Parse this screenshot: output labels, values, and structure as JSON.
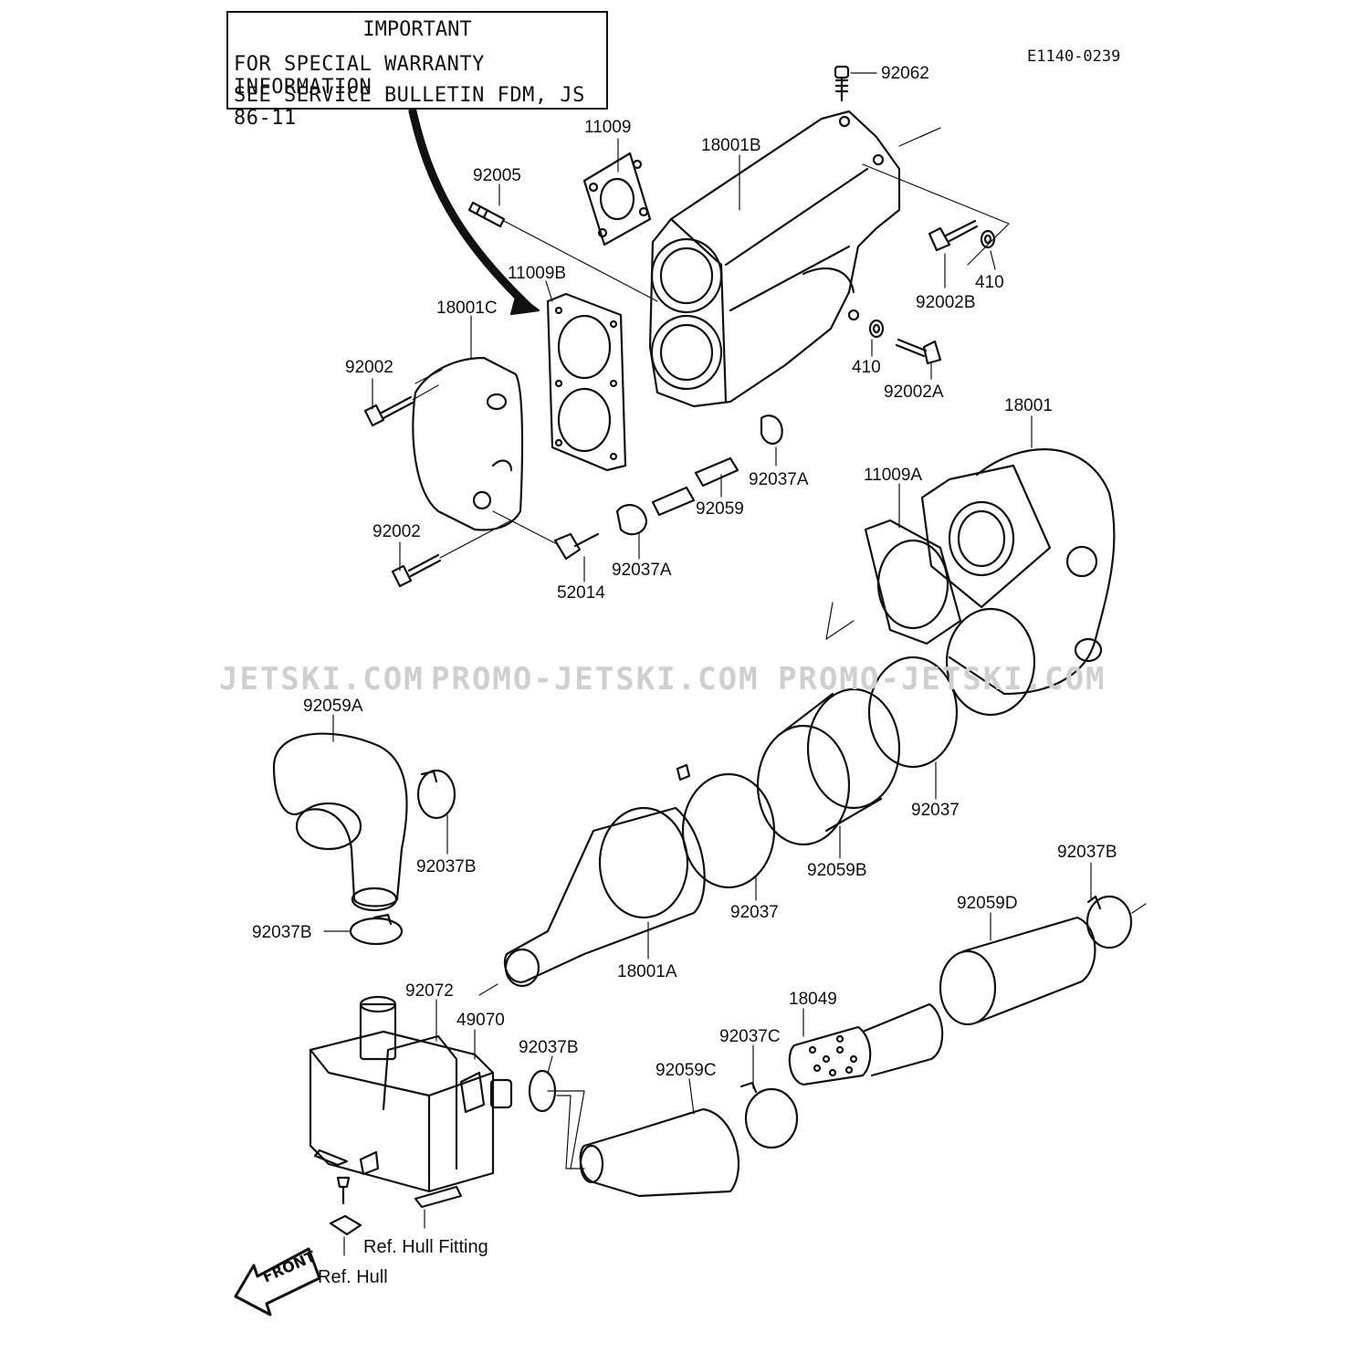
{
  "diagram_code": "E1140-0239",
  "notice": {
    "title": "IMPORTANT",
    "line1": "FOR SPECIAL WARRANTY INFORMATION",
    "line2": "SEE SERVICE BULLETIN FDM, JS 86-11"
  },
  "watermarks": [
    "JETSKI.COM",
    "PROMO-JETSKI.COM",
    "PROMO-JETSKI.COM"
  ],
  "parts": {
    "p92062": "92062",
    "p11009": "11009",
    "p18001B": "18001B",
    "p92005": "92005",
    "p11009B": "11009B",
    "p18001C": "18001C",
    "p92002_top": "92002",
    "p92002_bot": "92002",
    "p410_right": "410",
    "p92002B": "92002B",
    "p410_low": "410",
    "p92002A": "92002A",
    "p18001": "18001",
    "p11009A": "11009A",
    "p92037A_top": "92037A",
    "p92059": "92059",
    "p92037A_low": "92037A",
    "p52014": "52014",
    "p92059A": "92059A",
    "p92037B_mid": "92037B",
    "p92037B_left": "92037B",
    "p92037_right": "92037",
    "p92059B": "92059B",
    "p92037_mid": "92037",
    "p18001A": "18001A",
    "p92037B_right": "92037B",
    "p92059D": "92059D",
    "p92072": "92072",
    "p49070": "49070",
    "p92037B_low": "92037B",
    "p18049": "18049",
    "p92037C": "92037C",
    "p92059C": "92059C"
  },
  "refs": {
    "hull_fitting": "Ref. Hull Fitting",
    "hull": "Ref. Hull",
    "front": "FRONT"
  }
}
